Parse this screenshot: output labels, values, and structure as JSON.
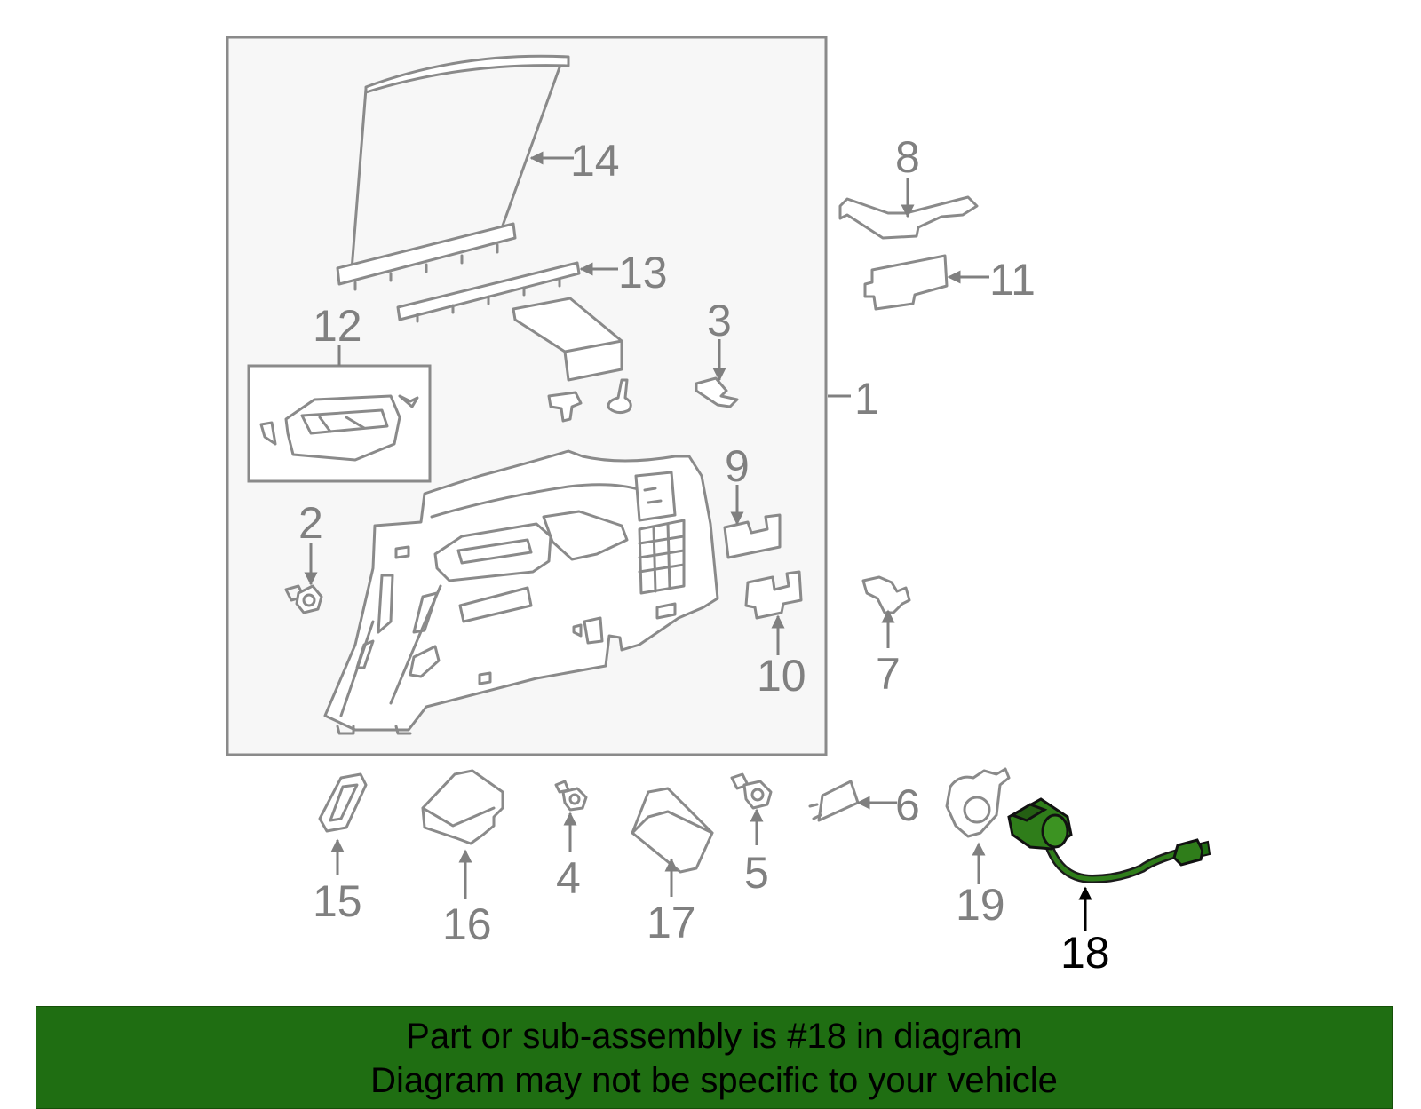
{
  "colors": {
    "banner_bg": "#1f6e12",
    "highlight_part": "#2f7d1a",
    "callout_text": "#808080",
    "highlight_text": "#000000"
  },
  "callouts": {
    "c1": "1",
    "c2": "2",
    "c3": "3",
    "c4": "4",
    "c5": "5",
    "c6": "6",
    "c7": "7",
    "c8": "8",
    "c9": "9",
    "c10": "10",
    "c11": "11",
    "c12": "12",
    "c13": "13",
    "c14": "14",
    "c15": "15",
    "c16": "16",
    "c17": "17",
    "c18": "18",
    "c19": "19"
  },
  "highlighted_part": "18",
  "banner": {
    "line1": "Part or sub-assembly is #18 in diagram",
    "line2": "Diagram may not be specific to your vehicle"
  }
}
